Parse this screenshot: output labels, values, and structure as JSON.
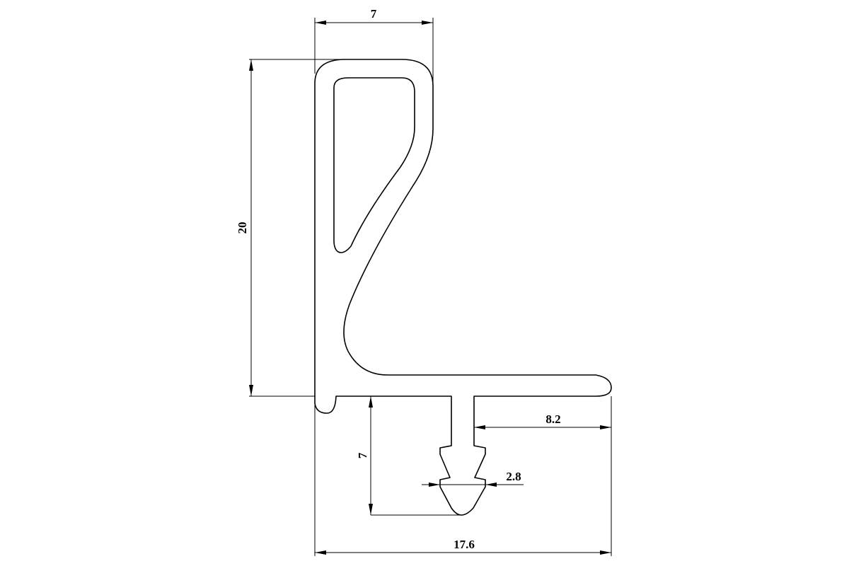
{
  "dimensions": {
    "top_width": "7",
    "total_height": "20",
    "clip_height": "7",
    "flange_width": "8.2",
    "clip_head_width": "2.8",
    "total_width": "17.6"
  }
}
